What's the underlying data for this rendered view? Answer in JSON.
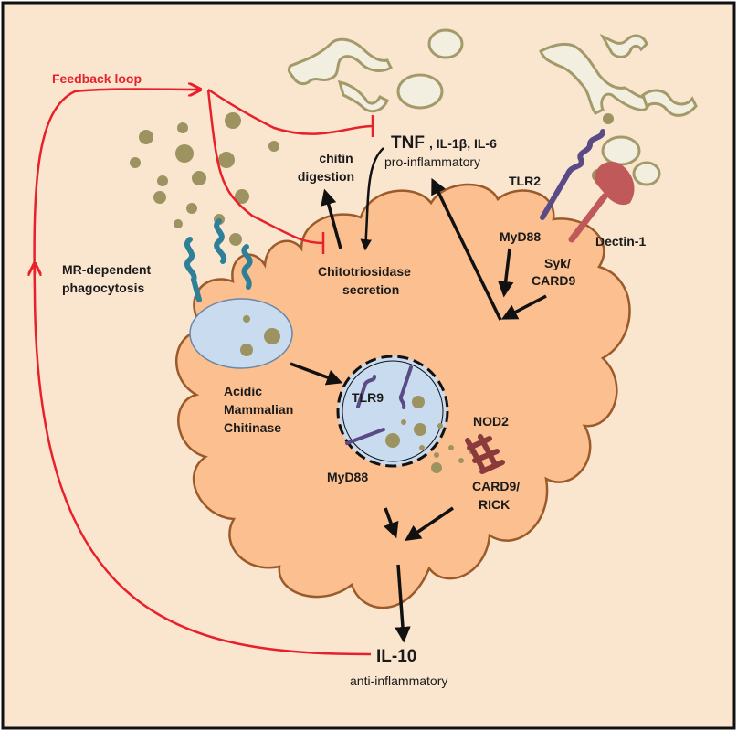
{
  "labels": {
    "feedback_loop": "Feedback loop",
    "chitin_digestion_line1": "chitin",
    "chitin_digestion_line2": "digestion",
    "tnf": "TNF",
    "tnf_rest": ", IL-1β, IL-6",
    "pro_inflammatory": "pro-inflammatory",
    "tlr2": "TLR2",
    "myd88_top": "MyD88",
    "dectin1": "Dectin-1",
    "syk_line1": "Syk/",
    "syk_line2": "CARD9",
    "mr_line1": "MR-dependent",
    "mr_line2": "phagocytosis",
    "chito_line1": "Chitotriosidase",
    "chito_line2": "secretion",
    "amc_line1": "Acidic",
    "amc_line2": "Mammalian",
    "amc_line3": "Chitinase",
    "tlr9": "TLR9",
    "nod2": "NOD2",
    "myd88_bottom": "MyD88",
    "card9_line1": "CARD9/",
    "card9_line2": "RICK",
    "il10": "IL-10",
    "anti_inflammatory": "anti-inflammatory"
  },
  "colors": {
    "background": "#fae5cf",
    "cell_fill": "#fbbf90",
    "cell_stroke": "#9a5a2a",
    "fungus_fill": "#f3efe0",
    "fungus_stroke": "#a39a6a",
    "chitin_particle": "#9d9360",
    "vesicle_fill": "#c9dcef",
    "feedback_red": "#e8202a",
    "mr_receptor": "#2e7f98",
    "tlr_receptor": "#5a4a86",
    "dectin_receptor": "#c05a5a",
    "nod2_receptor": "#8a3a3a"
  }
}
